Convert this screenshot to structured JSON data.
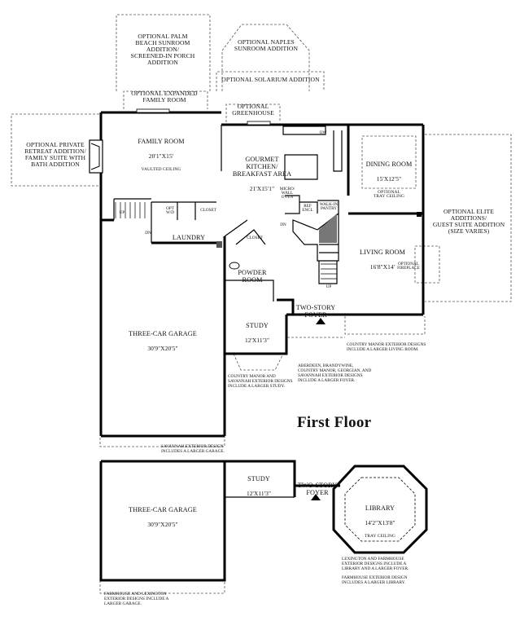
{
  "title": "First Floor",
  "optional_areas": {
    "palm_beach": "OPTIONAL PALM\nBEACH SUNROOM\nADDITION/\nSCREENED-IN PORCH\nADDITION",
    "naples": "OPTIONAL NAPLES\nSUNROOM ADDITION",
    "solarium": "OPTIONAL SOLARIUM ADDITION",
    "expanded_family": "OPTIONAL EXPANDED\nFAMILY ROOM",
    "greenhouse": "OPTIONAL\nGREENHOUSE",
    "private_retreat": "OPTIONAL PRIVATE\nRETREAT ADDITION/\nFAMILY SUITE WITH\nBATH ADDITION",
    "elite": "OPTIONAL ELITE\nADDITIONS/\nGUEST SUITE ADDITION\n(SIZE VARIES)"
  },
  "rooms": {
    "family": {
      "name": "FAMILY ROOM",
      "dim": "20'1\"X15'",
      "sub": "VAULTED CEILING"
    },
    "kitchen": {
      "name": "GOURMET\nKITCHEN/\nBREAKFAST AREA",
      "dim": "21'X15'1\""
    },
    "dining": {
      "name": "DINING ROOM",
      "dim": "15'X12'5\"",
      "sub": "OPTIONAL\nTRAY CEILING"
    },
    "living": {
      "name": "LIVING ROOM",
      "dim": "16'8\"X14'"
    },
    "powder": {
      "name": "POWDER\nROOM"
    },
    "laundry": {
      "name": "LAUNDRY"
    },
    "study": {
      "name": "STUDY",
      "dim": "12'X11'3\""
    },
    "foyer": {
      "name": "TWO-STORY\nFOYER"
    },
    "garage": {
      "name": "THREE-CAR GARAGE",
      "dim": "30'9\"X20'5\""
    },
    "study2": {
      "name": "STUDY",
      "dim": "12'X11'3\""
    },
    "foyer2": {
      "name": "TWO-STORY\nFOYER"
    },
    "garage2": {
      "name": "THREE-CAR GARAGE",
      "dim": "30'9\"X20'5\""
    },
    "library": {
      "name": "LIBRARY",
      "dim": "14'2\"X13'8\"",
      "sub": "TRAY CEILING"
    }
  },
  "small_labels": {
    "closet": "CLOSET",
    "closet2": "CLOSET",
    "opt_wd": "OPT\nW/D",
    "micro": "MICRO/\nWALL\nOVEN",
    "ref": "REF\nENCL",
    "walk_in": "WALK-IN\nPANTRY",
    "ow": "OW",
    "up": "UP",
    "dn": "DN",
    "dn2": "DN",
    "up2": "UP",
    "fireplace": "OPTIONAL\nFIREPLACE"
  },
  "notes": {
    "country_living": "COUNTRY MANOR EXTERIOR DESIGNS\nINCLUDE A LARGER LIVING ROOM.",
    "aberdeen": "ABERDEEN, BRANDYWINE,\nCOUNTRY MANOR, GEORGIAN, AND\nSAVANNAH EXTERIOR DESIGNS\nINCLUDE A LARGER FOYER.",
    "country_study": "COUNTRY MANOR AND\nSAVANNAH EXTERIOR DESIGNS\nINCLUDE A LARGER STUDY.",
    "savannah_garage": "SAVANNAH EXTERIOR DESIGN\nINCLUDES A LARGER GARAGE.",
    "lexington": "LEXINGTON AND FARMHOUSE\nEXTERIOR DESIGNS INCLUDE A\nLIBRARY AND A LARGER FOYER.",
    "farmhouse_library": "FARMHOUSE EXTERIOR DESIGN\nINCLUDES A LARGER LIBRARY.",
    "farmhouse_garage": "FARMHOUSE AND LEXINGTON\nEXTERIOR DESIGNS INCLUDE A\nLARGER GARAGE."
  }
}
